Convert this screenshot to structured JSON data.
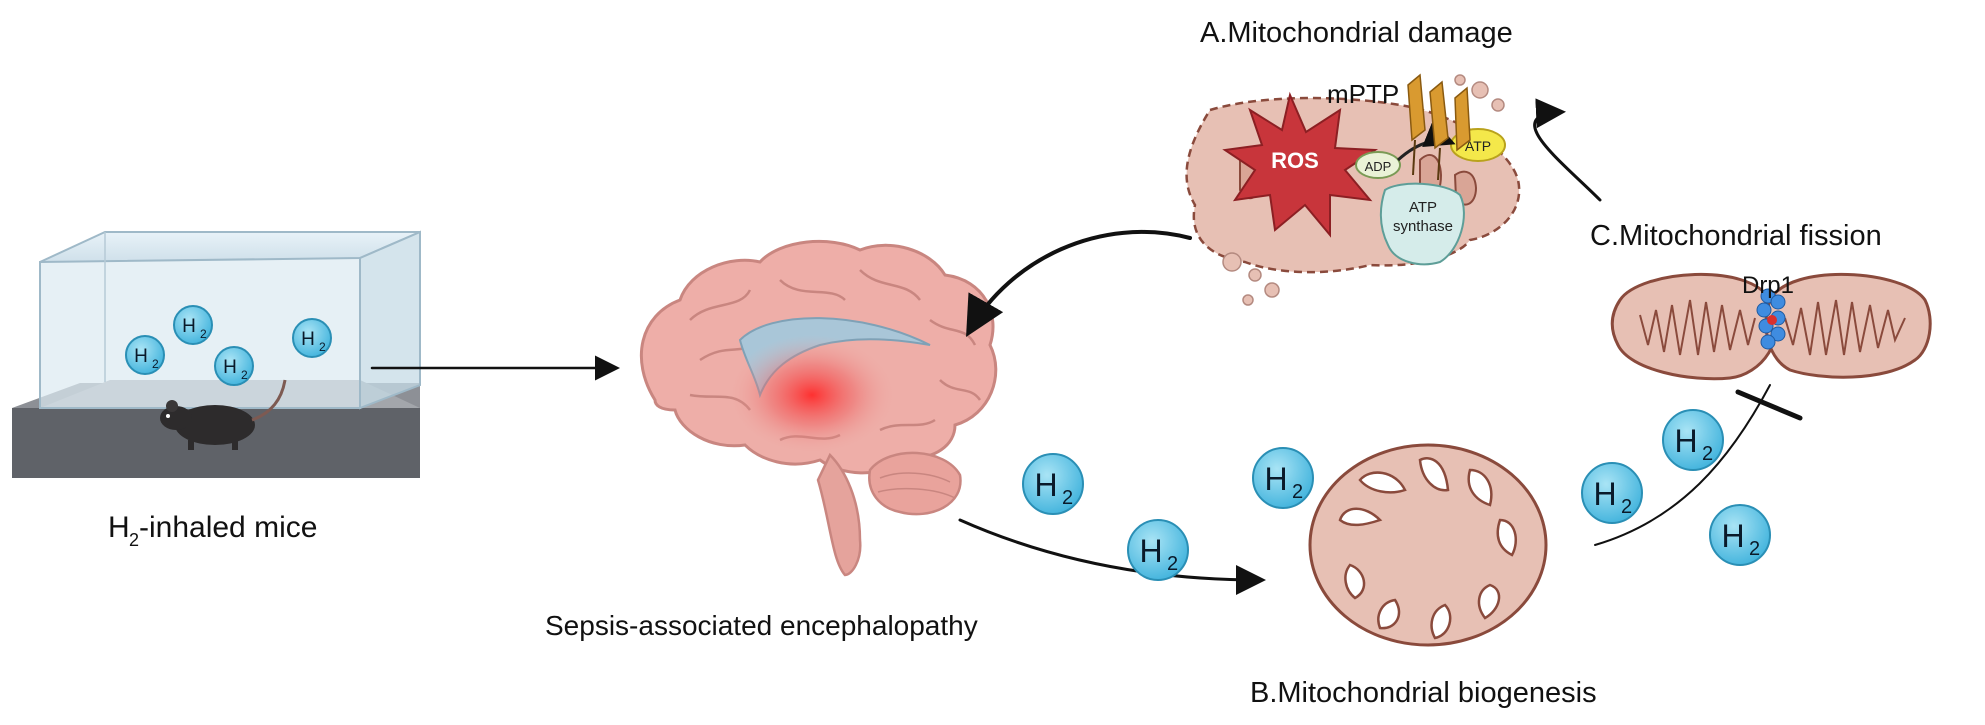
{
  "labels": {
    "mice": "H",
    "mice_sub": "2",
    "mice_rest": "-inhaled mice",
    "sae": "Sepsis-associated encephalopathy",
    "damage": "A.Mitochondrial damage",
    "biogenesis": "B.Mitochondrial biogenesis",
    "fission": "C.Mitochondrial fission",
    "mptp": "mPTP",
    "ros": "ROS",
    "adp": "ADP",
    "atp": "ATP",
    "synthase_l1": "ATP",
    "synthase_l2": "synthase",
    "drp1": "Drp1"
  },
  "h2": {
    "symbol": "H",
    "sub": "2"
  },
  "colors": {
    "h2_fill": "#5cc4e4",
    "h2_stroke": "#2a8fb5",
    "mito_fill": "#e7c0b4",
    "mito_stroke": "#8a4a3c",
    "ros": "#c8353b",
    "brain": "#eeaea8",
    "arrow": "#111111"
  }
}
